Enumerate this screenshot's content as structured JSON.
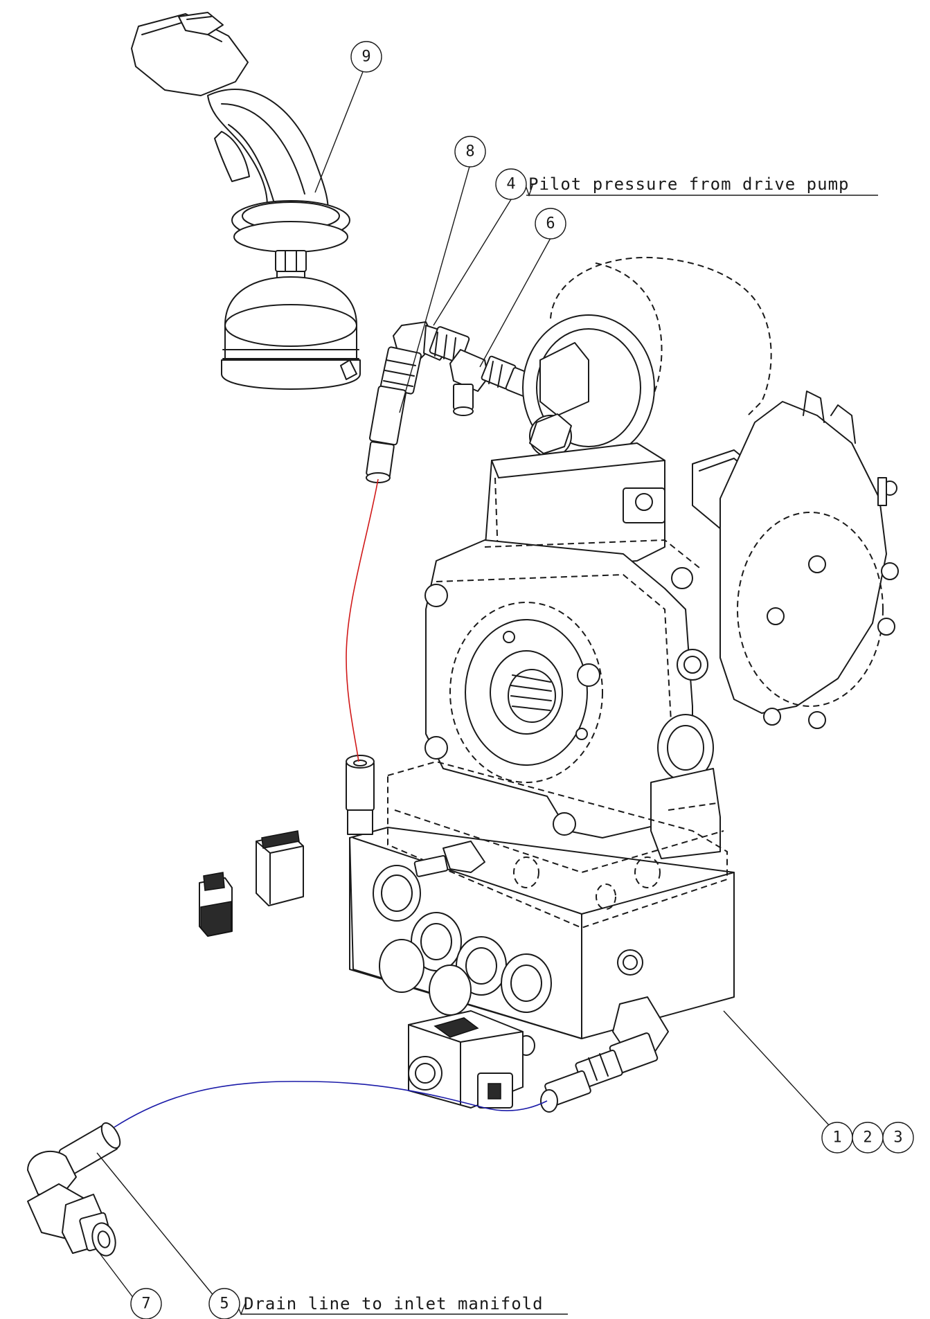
{
  "callouts": {
    "c1": "1",
    "c2": "2",
    "c3": "3",
    "c4": "4",
    "c5": "5",
    "c6": "6",
    "c7": "7",
    "c8": "8",
    "c9": "9"
  },
  "notes": {
    "pilot_pressure": "Pilot pressure from drive pump",
    "drain_line": "Drain line to inlet manifold"
  },
  "colors": {
    "pilot_hose": "#d01818",
    "drain_hose": "#1a1aa8"
  }
}
